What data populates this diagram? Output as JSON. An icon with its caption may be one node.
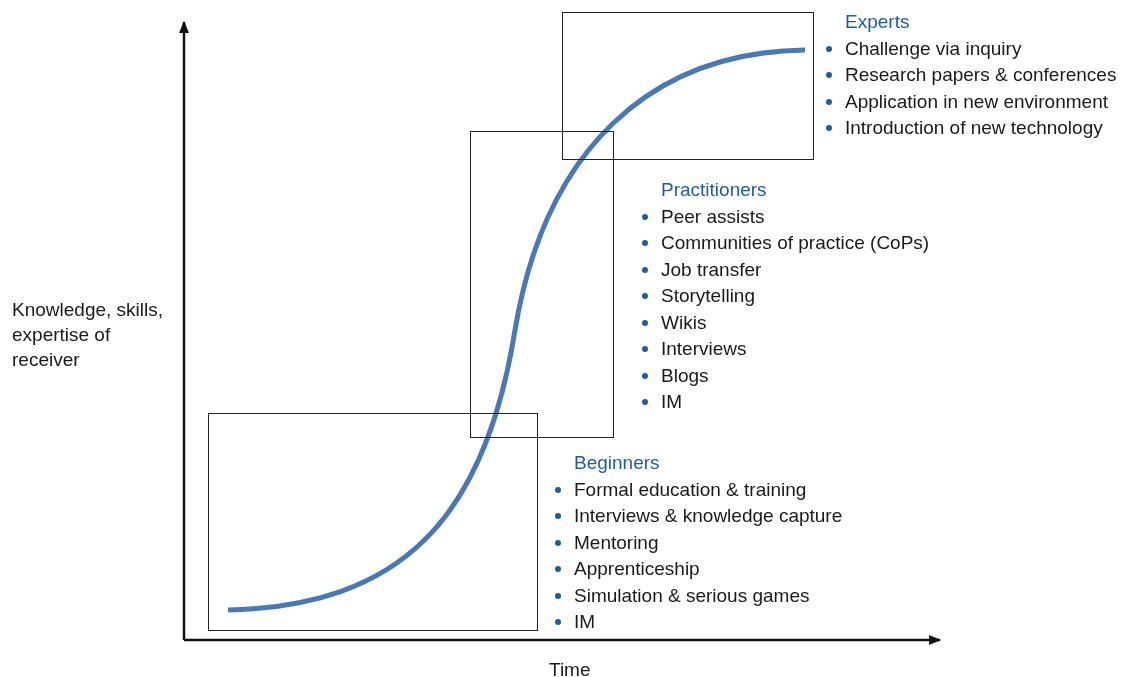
{
  "diagram": {
    "nodes": [
      {
        "text": [
          "Beginners",
          "Formal education & training",
          "Interviews & knowledge capture",
          "Mentoring",
          "Apprenticeship",
          "Simulation & serious games",
          "IM"
        ]
      },
      {
        "text": [
          "Practitioners",
          "Peer assists",
          "Communities of practice (CoPs)",
          "Job transfer",
          "Storytelling",
          "Wikis",
          "Interviews",
          "Blogs",
          "IM"
        ]
      },
      {
        "text": [
          "Experts",
          "Challenge via inquiry",
          "Research papers & conferences",
          "Application in new environment",
          "Introduction of new technology"
        ]
      }
    ],
    "edges": [],
    "labels": [
      "Knowledge, skills, expertise of receiver",
      "Time"
    ]
  }
}
